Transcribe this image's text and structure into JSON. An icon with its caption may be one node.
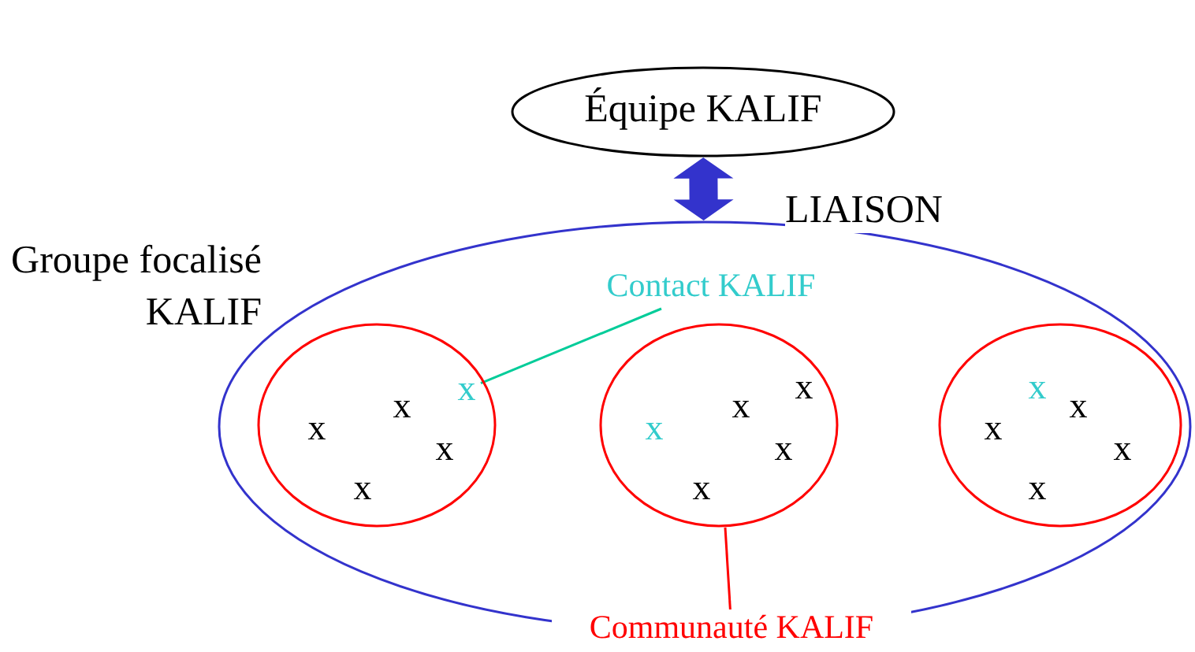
{
  "diagram": {
    "nodes": [
      {
        "text": [
          "Équipe KALIF"
        ]
      },
      {
        "text": [
          "Groupe focalisé KALIF"
        ]
      },
      {
        "text": [
          "Contact KALIF"
        ],
        "in": 1
      },
      {
        "text": [],
        "shape": "circle",
        "in": 1
      },
      {
        "text": [
          "x"
        ],
        "in": 3
      },
      {
        "text": [
          "x"
        ],
        "in": 3
      },
      {
        "text": [
          "x"
        ],
        "in": 3
      },
      {
        "text": [
          "x"
        ],
        "in": 3
      },
      {
        "text": [
          "x"
        ],
        "in": 3
      },
      {
        "text": [],
        "shape": "circle",
        "in": 1
      },
      {
        "text": [
          "x"
        ],
        "in": 9
      },
      {
        "text": [
          "x"
        ],
        "in": 9
      },
      {
        "text": [
          "x"
        ],
        "in": 9
      },
      {
        "text": [
          "x"
        ],
        "in": 9
      },
      {
        "text": [
          "x"
        ],
        "in": 9
      },
      {
        "text": [],
        "shape": "circle",
        "in": 1
      },
      {
        "text": [
          "x"
        ],
        "in": 15
      },
      {
        "text": [
          "x"
        ],
        "in": 15
      },
      {
        "text": [
          "x"
        ],
        "in": 15
      },
      {
        "text": [
          "x"
        ],
        "in": 15
      },
      {
        "text": [
          "x"
        ],
        "in": 15
      },
      {
        "text": [
          "Communauté KALIF"
        ]
      }
    ],
    "edges": [
      {
        "from": 0,
        "to": 1,
        "arrow": "both",
        "label": "LIAISON",
        "style": "thick",
        "color": "#3333cc"
      },
      {
        "from": 2,
        "to": 4,
        "arrow": "none",
        "color": "#00cc99"
      },
      {
        "from": 21,
        "to": 9,
        "arrow": "none",
        "color": "#ff0000"
      }
    ]
  }
}
